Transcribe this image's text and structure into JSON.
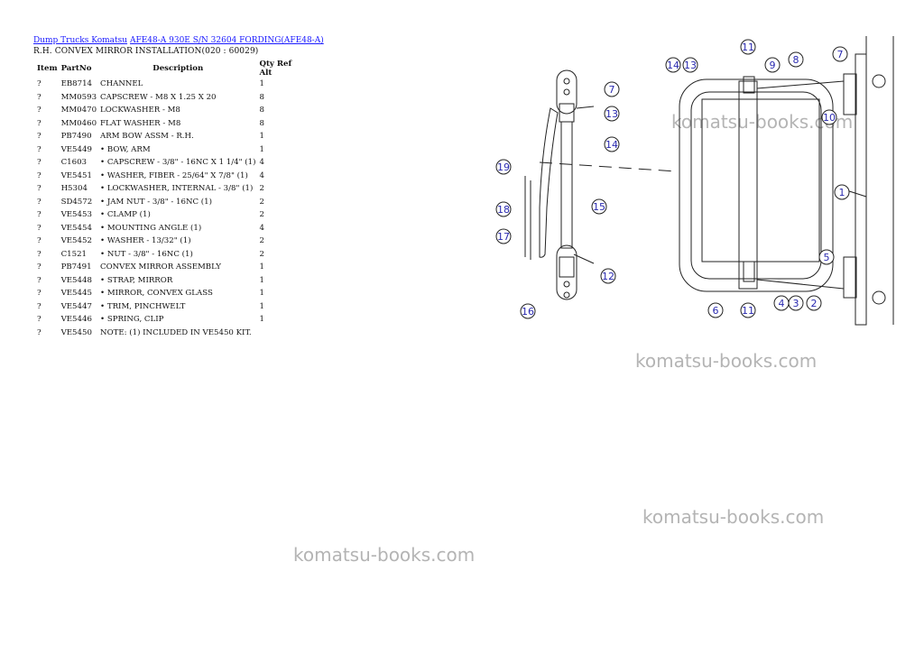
{
  "breadcrumb": {
    "link1": "Dump Trucks Komatsu",
    "link2": "AFE48-A 930E S/N 32604 FORDING(AFE48-A)"
  },
  "page_title": "R.H. CONVEX MIRROR INSTALLATION(020 : 60029)",
  "table": {
    "headers": {
      "item": "Item",
      "partno": "PartNo",
      "description": "Description",
      "qty": "Qty Ref Alt"
    },
    "rows": [
      {
        "item": "?",
        "partno": "EB8714",
        "description": "CHANNEL",
        "qty": "1"
      },
      {
        "item": "?",
        "partno": "MM0593",
        "description": "CAPSCREW - M8 X 1.25 X 20",
        "qty": "8"
      },
      {
        "item": "?",
        "partno": "MM0470",
        "description": "LOCKWASHER - M8",
        "qty": "8"
      },
      {
        "item": "?",
        "partno": "MM0460",
        "description": "FLAT WASHER - M8",
        "qty": "8"
      },
      {
        "item": "?",
        "partno": "PB7490",
        "description": "ARM BOW ASSM - R.H.",
        "qty": "1"
      },
      {
        "item": "?",
        "partno": "VE5449",
        "description": "• BOW, ARM",
        "qty": "1"
      },
      {
        "item": "?",
        "partno": "C1603",
        "description": "• CAPSCREW - 3/8\" - 16NC X 1 1/4\" (1)",
        "qty": "4"
      },
      {
        "item": "?",
        "partno": "VE5451",
        "description": "• WASHER, FIBER - 25/64\" X 7/8\" (1)",
        "qty": "4"
      },
      {
        "item": "?",
        "partno": "H5304",
        "description": "• LOCKWASHER, INTERNAL - 3/8\" (1)",
        "qty": "2"
      },
      {
        "item": "?",
        "partno": "SD4572",
        "description": "• JAM NUT - 3/8\" - 16NC (1)",
        "qty": "2"
      },
      {
        "item": "?",
        "partno": "VE5453",
        "description": "• CLAMP (1)",
        "qty": "2"
      },
      {
        "item": "?",
        "partno": "VE5454",
        "description": "• MOUNTING ANGLE (1)",
        "qty": "4"
      },
      {
        "item": "?",
        "partno": "VE5452",
        "description": "• WASHER - 13/32\" (1)",
        "qty": "2"
      },
      {
        "item": "?",
        "partno": "C1521",
        "description": "• NUT - 3/8\" - 16NC (1)",
        "qty": "2"
      },
      {
        "item": "?",
        "partno": "PB7491",
        "description": "CONVEX MIRROR ASSEMBLY",
        "qty": "1"
      },
      {
        "item": "?",
        "partno": "VE5448",
        "description": "• STRAP, MIRROR",
        "qty": "1"
      },
      {
        "item": "?",
        "partno": "VE5445",
        "description": "• MIRROR, CONVEX GLASS",
        "qty": "1"
      },
      {
        "item": "?",
        "partno": "VE5447",
        "description": "• TRIM, PINCHWELT",
        "qty": "1"
      },
      {
        "item": "?",
        "partno": "VE5446",
        "description": "• SPRING, CLIP",
        "qty": "1"
      },
      {
        "item": "?",
        "partno": "VE5450",
        "description": "NOTE: (1) INCLUDED IN VE5450 KIT.",
        "qty": ""
      }
    ]
  },
  "watermark_text": "komatsu-books.com",
  "diagram": {
    "callouts": [
      "1",
      "2",
      "3",
      "4",
      "5",
      "6",
      "7",
      "8",
      "9",
      "10",
      "11",
      "12",
      "13",
      "14",
      "15",
      "16",
      "17",
      "18",
      "19"
    ],
    "colors": {
      "callout_text": "#2a2ab0",
      "link": "#1a1aff",
      "watermark": "#b4b4b4"
    }
  }
}
